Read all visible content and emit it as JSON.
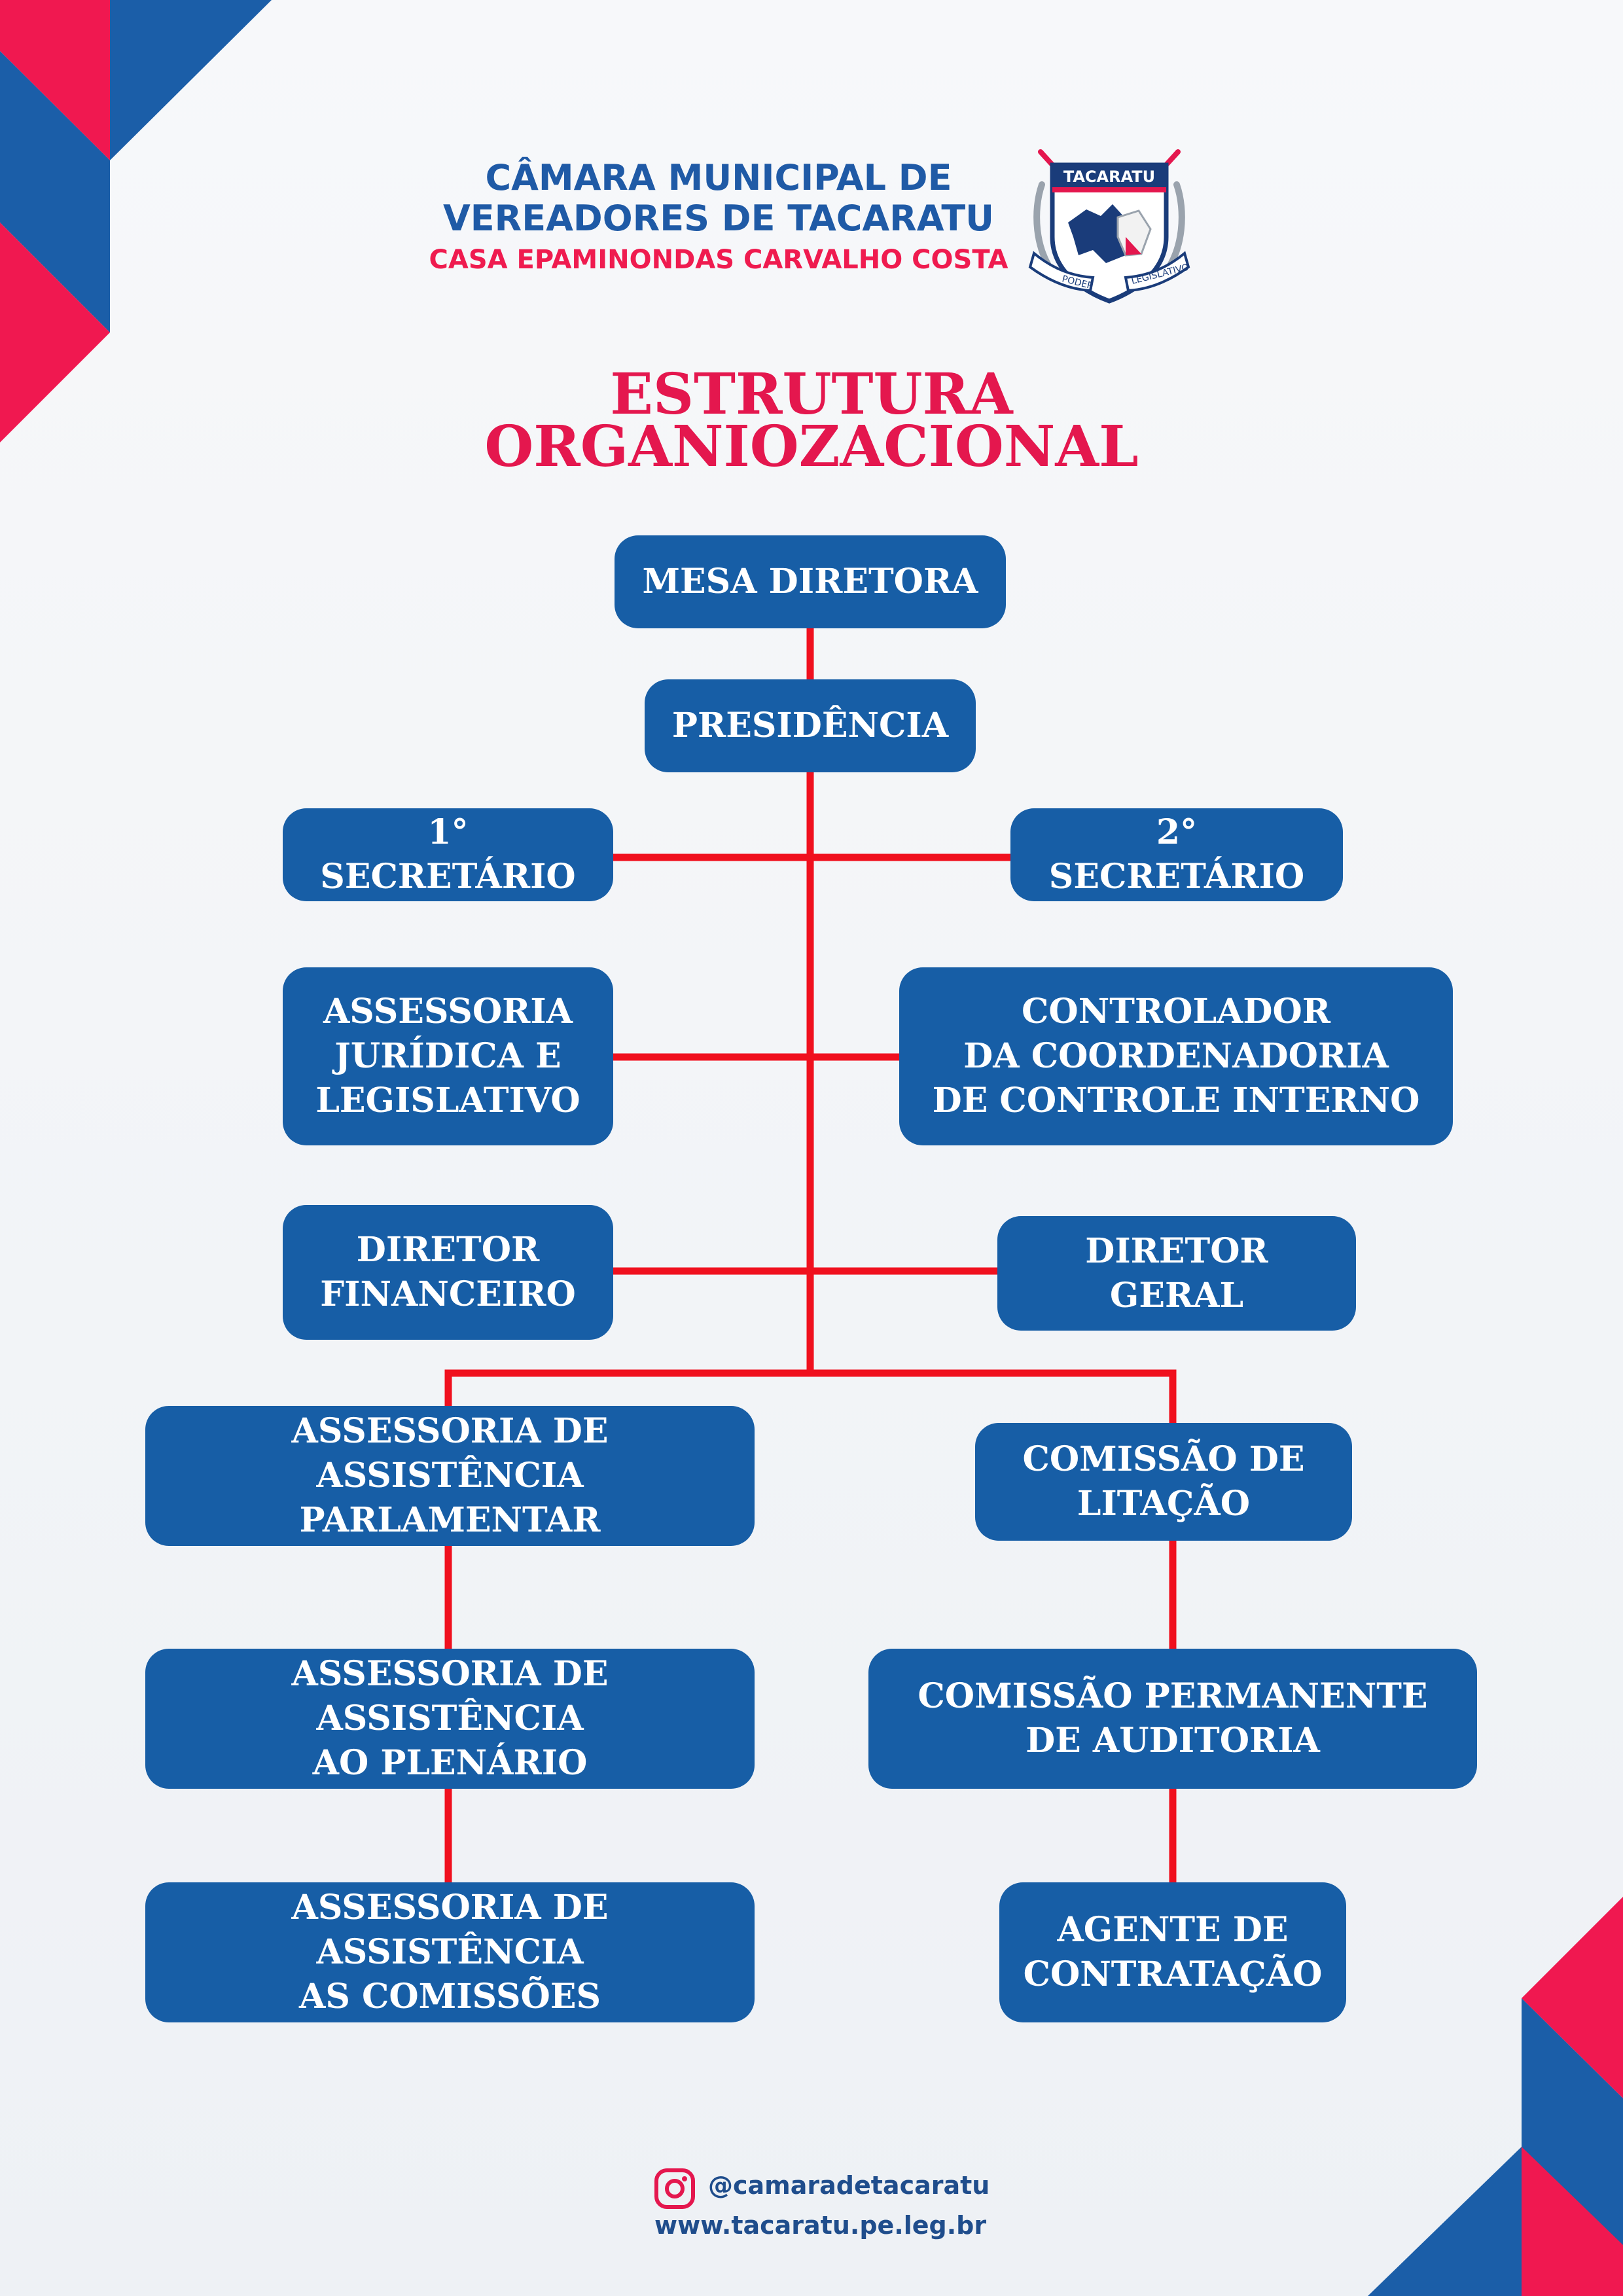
{
  "header": {
    "line1": "CÂMARA MUNICIPAL DE",
    "line2": "VEREADORES DE TACARATU",
    "line3": "CASA EPAMINONDAS CARVALHO COSTA",
    "emblem": {
      "top_text": "TACARATU",
      "left_text": "PODER",
      "right_text": "LEGISLATIVO"
    }
  },
  "title": {
    "line1": "ESTRUTURA",
    "line2": "ORGANIOZACIONAL"
  },
  "org": {
    "mesa_diretora": "MESA DIRETORA",
    "presidencia": "PRESIDÊNCIA",
    "secretario_1": "1° SECRETÁRIO",
    "secretario_2": "2° SECRETÁRIO",
    "assessoria_juridica": "ASSESSORIA\nJURÍDICA E\nLEGISLATIVO",
    "controlador": "CONTROLADOR\nDA COORDENADORIA\nDE CONTROLE INTERNO",
    "diretor_financeiro": "DIRETOR\nFINANCEIRO",
    "diretor_geral": "DIRETOR\nGERAL",
    "assessoria_parlamentar": "ASSESSORIA DE ASSISTÊNCIA\nPARLAMENTAR",
    "comissao_licitacao": "COMISSÃO DE\nLITAÇÃO",
    "assessoria_plenario": "ASSESSORIA DE ASSISTÊNCIA\nAO PLENÁRIO",
    "comissao_auditoria": "COMISSÃO PERMANENTE\nDE AUDITORIA",
    "assessoria_comissoes": "ASSESSORIA DE ASSISTÊNCIA\nAS COMISSÕES",
    "agente_contratacao": "AGENTE DE\nCONTRATAÇÃO"
  },
  "footer": {
    "instagram_icon": "instagram-icon",
    "handle": "@camaradetacaratu",
    "website": "www.tacaratu.pe.leg.br"
  },
  "colors": {
    "box": "#175ea6",
    "connector": "#f0101e",
    "title": "#e4174e",
    "header_blue": "#1f5aa6",
    "header_red": "#ef1b4f",
    "corner_red": "#f01850",
    "corner_blue": "#1b5ea8"
  }
}
